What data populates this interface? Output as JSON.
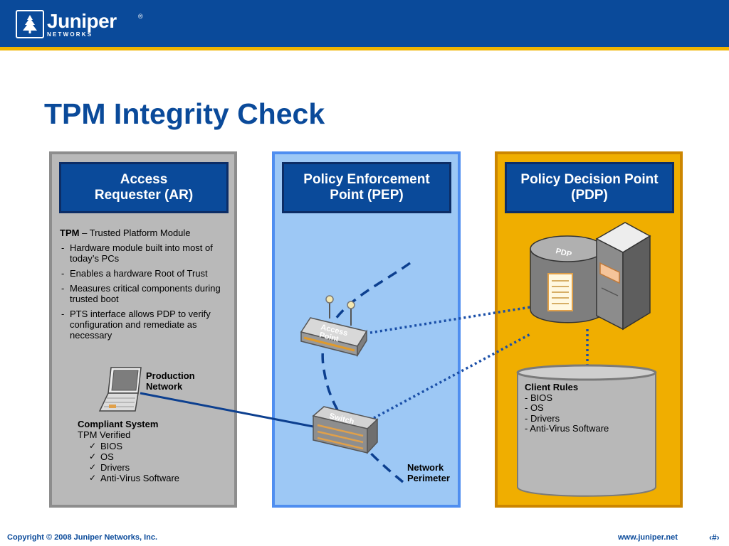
{
  "brand": {
    "name": "Juniper",
    "sub": "NETWORKS",
    "reg": "®"
  },
  "title": "TPM Integrity Check",
  "panels": {
    "ar": {
      "header_line1": "Access",
      "header_line2": "Requester (AR)"
    },
    "pep": {
      "header_line1": "Policy Enforcement",
      "header_line2": "Point (PEP)"
    },
    "pdp": {
      "header_line1": "Policy Decision Point",
      "header_line2": "(PDP)"
    }
  },
  "tpm": {
    "term": "TPM",
    "definition": " – Trusted Platform Module",
    "items": [
      "Hardware module built into most of today’s PCs",
      "Enables a hardware Root of Trust",
      "Measures critical components during trusted boot",
      "PTS interface allows PDP to verify configuration and remediate as necessary"
    ]
  },
  "labels": {
    "production_network": [
      "Production",
      "Network"
    ],
    "network_perimeter": [
      "Network",
      "Perimeter"
    ]
  },
  "devices": {
    "access_point": [
      "Access",
      "Point"
    ],
    "switch": "Switch",
    "pdp": "PDP"
  },
  "compliant": {
    "title": "Compliant System",
    "subtitle": "TPM Verified",
    "items": [
      "BIOS",
      "OS",
      "Drivers",
      "Anti-Virus Software"
    ]
  },
  "client_rules": {
    "title": "Client Rules",
    "items": [
      "- BIOS",
      "- OS",
      "- Drivers",
      "- Anti-Virus Software"
    ]
  },
  "footer": {
    "copyright": "Copyright © 2008 Juniper Networks, Inc.",
    "url": "www.juniper.net",
    "page": "‹#›"
  },
  "colors": {
    "brand_blue": "#0a4a9a",
    "accent_gold": "#f0b400",
    "link_line": "#0c3f8f",
    "dotted_link": "#1a4fa8"
  }
}
